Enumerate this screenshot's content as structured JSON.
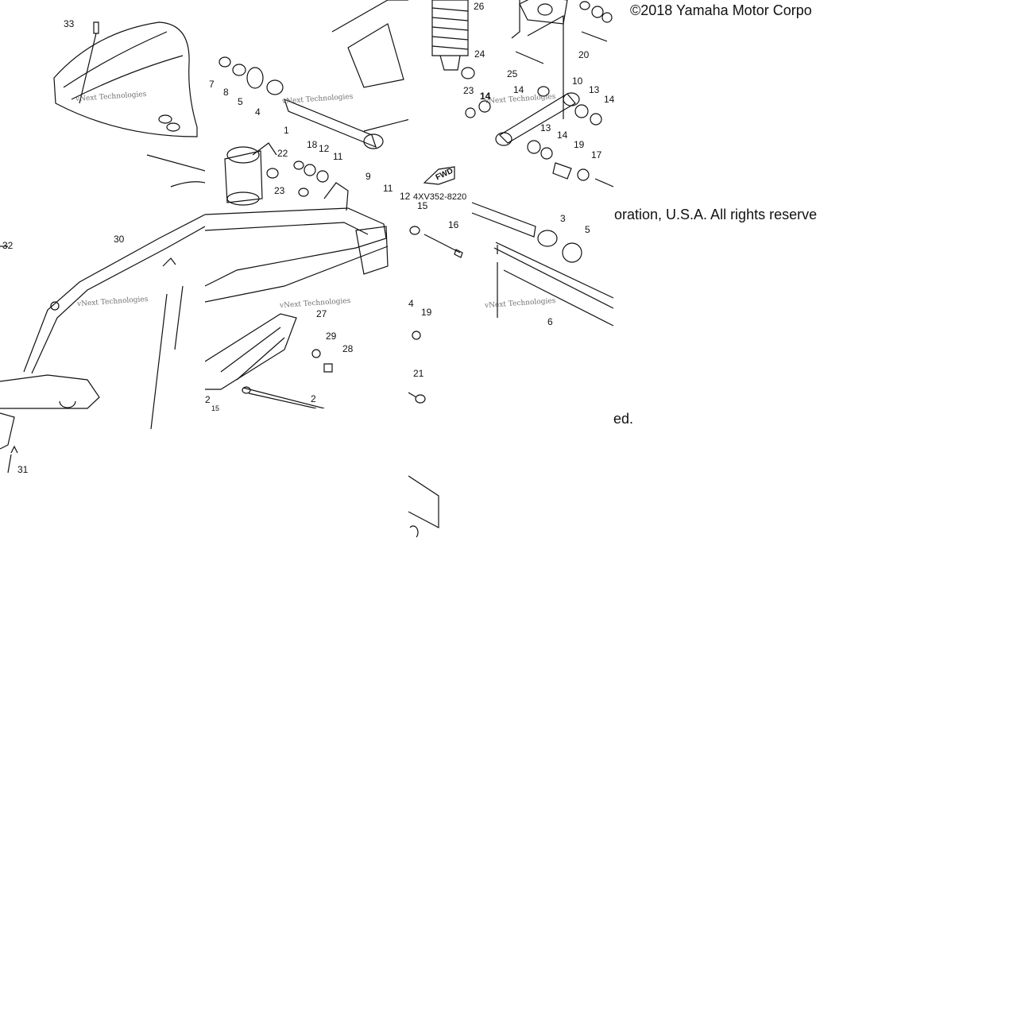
{
  "copyright": {
    "line1": "©2018 Yamaha Motor Corpo",
    "line2": "oration, U.S.A. All rights reserve",
    "line3": "ed."
  },
  "watermark": "vNext Technologies",
  "part_code": "4XV352-8220",
  "fwd_label": "FWD",
  "callouts": [
    "33",
    "7",
    "8",
    "5",
    "4",
    "1",
    "22",
    "18",
    "12",
    "11",
    "23",
    "9",
    "11",
    "12",
    "15",
    "16",
    "3",
    "5",
    "6",
    "30",
    "32",
    "27",
    "29",
    "28",
    "4",
    "19",
    "21",
    "2",
    "2",
    "15",
    "31",
    "26",
    "20",
    "24",
    "25",
    "14",
    "10",
    "13",
    "14",
    "23",
    "14",
    "13",
    "14",
    "19",
    "17"
  ]
}
